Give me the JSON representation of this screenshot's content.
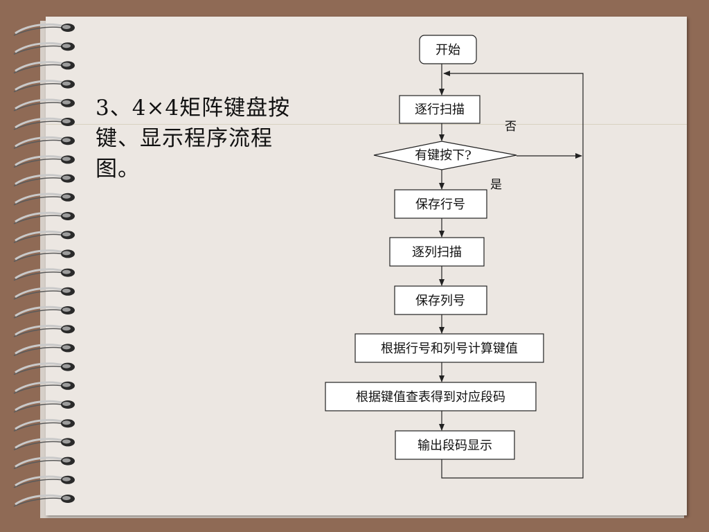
{
  "slide": {
    "title": "3、4×4矩阵键盘按\n键、显示程序流程\n图。"
  },
  "flowchart": {
    "start": "开始",
    "scan_rows": "逐行扫描",
    "decision": "有键按下?",
    "yes_label": "是",
    "no_label": "否",
    "save_row": "保存行号",
    "scan_cols": "逐列扫描",
    "save_col": "保存列号",
    "compute_key": "根据行号和列号计算键值",
    "lookup_code": "根据键值查表得到对应段码",
    "display": "输出段码显示"
  }
}
